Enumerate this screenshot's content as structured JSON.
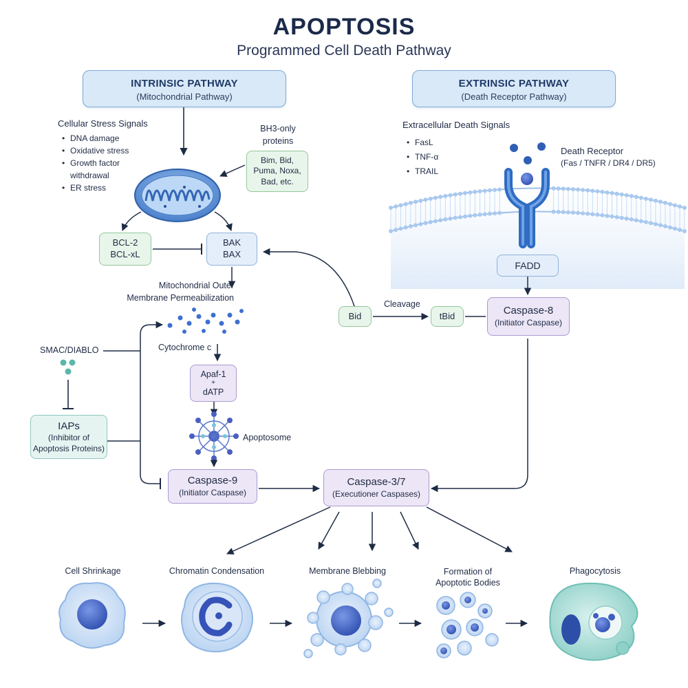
{
  "title": "APOPTOSIS",
  "subtitle": "Programmed Cell Death Pathway",
  "intrinsic": {
    "heading": "INTRINSIC PATHWAY",
    "subheading": "(Mitochondrial Pathway)",
    "stress_title": "Cellular Stress Signals",
    "stress_items": [
      "DNA damage",
      "Oxidative stress",
      "Growth factor",
      "withdrawal",
      "ER stress"
    ],
    "bh3_title_1": "BH3-only",
    "bh3_title_2": "proteins",
    "bh3_box": [
      "Bim, Bid,",
      "Puma, Noxa,",
      "Bad, etc."
    ],
    "bcl2": [
      "BCL-2",
      "BCL-xL"
    ],
    "bak": [
      "BAK",
      "BAX"
    ],
    "momp": [
      "Mitochondrial Outer",
      "Membrane Permeabilization"
    ],
    "cytochrome": "Cytochrome c",
    "apaf": [
      "Apaf-1",
      "+",
      "dATP"
    ],
    "apoptosome": "Apoptosome",
    "smac": "SMAC/DIABLO",
    "iaps": [
      "IAPs",
      "(Inhibitor of",
      "Apoptosis Proteins)"
    ],
    "casp9": [
      "Caspase-9",
      "(Initiator Caspase)"
    ]
  },
  "extrinsic": {
    "heading": "EXTRINSIC PATHWAY",
    "subheading": "(Death Receptor Pathway)",
    "signals_title": "Extracellular Death Signals",
    "signals": [
      "FasL",
      "TNF-α",
      "TRAIL"
    ],
    "receptor_title": "Death Receptor",
    "receptor_sub": "(Fas / TNFR / DR4 / DR5)",
    "fadd": "FADD",
    "casp8": [
      "Caspase-8",
      "(Initiator Caspase)"
    ],
    "bid": "Bid",
    "cleavage": "Cleavage",
    "tbid": "tBid"
  },
  "executioner": [
    "Caspase-3/7",
    "(Executioner Caspases)"
  ],
  "stages": [
    {
      "label": [
        "Cell Shrinkage"
      ]
    },
    {
      "label": [
        "Chromatin Condensation"
      ]
    },
    {
      "label": [
        "Membrane Blebbing"
      ]
    },
    {
      "label": [
        "Formation of",
        "Apoptotic Bodies"
      ]
    },
    {
      "label": [
        "Phagocytosis"
      ]
    }
  ],
  "colors": {
    "arrow": "#1e2b45",
    "accent_blue": "#3f6fb8",
    "membrane": "#8eb6e2",
    "cell_fill": "#cfe1f7",
    "nucleus": "#3f5fc0",
    "teal": "#6fbfb4"
  }
}
